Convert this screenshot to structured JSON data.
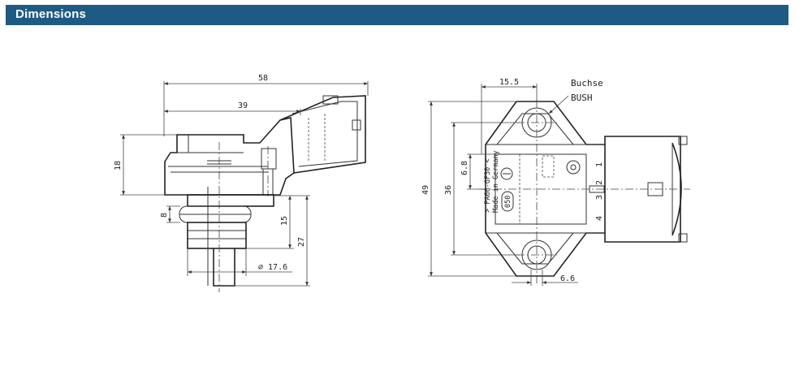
{
  "header": {
    "title": "Dimensions"
  },
  "side_view": {
    "dim_58": "58",
    "dim_39": "39",
    "dim_18": "18",
    "dim_8": "8",
    "dim_15": "15",
    "dim_27": "27",
    "dim_dia": "⌀ 17.6"
  },
  "front_view": {
    "dim_15_5": "15.5",
    "label_buchse": "Buchse",
    "label_bush": "BUSH",
    "dim_6_8": "6.8",
    "dim_36": "36",
    "dim_49": "49",
    "dim_6_6": "6.6",
    "marking_1": "> PA66-GF30 <",
    "marking_2": "Made in Germany",
    "marking_3": "050",
    "pin_1": "1",
    "pin_2": "2",
    "pin_3": "3",
    "pin_4": "4"
  },
  "colors": {
    "header_bg": "#1d5a84",
    "header_text": "#ffffff"
  }
}
